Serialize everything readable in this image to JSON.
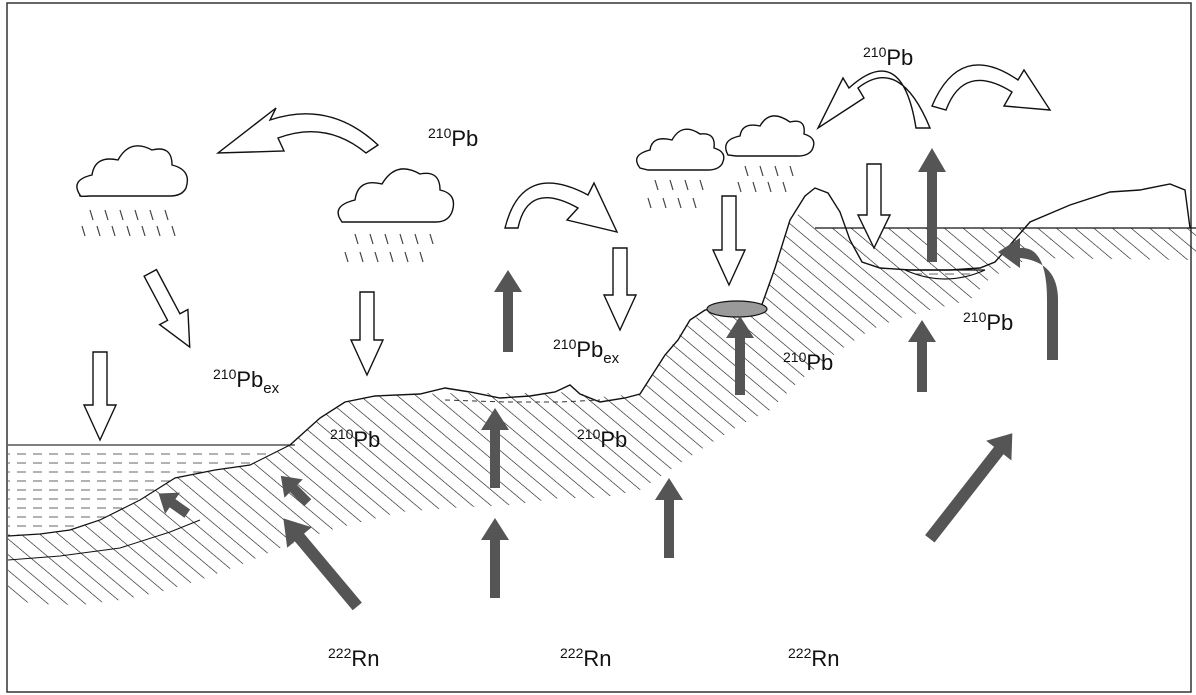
{
  "labels": {
    "pb210": {
      "mass": "210",
      "element": "Pb"
    },
    "pb210ex": {
      "mass": "210",
      "element": "Pb",
      "suffix": "ex"
    },
    "rn222": {
      "mass": "222",
      "element": "Rn"
    }
  },
  "colors": {
    "outline": "#111111",
    "radon_arrow": "#555555",
    "water_hatch": "#666666",
    "pond_fill": "#9a9a9a",
    "background": "#ffffff"
  },
  "icons": {
    "cloud": "cloud-icon",
    "rain": "rain-icon",
    "deposition_arrow": "hollow-arrow-icon",
    "transport_arrow": "curved-hollow-arrow-icon",
    "radon_flux_arrow": "solid-arrow-icon"
  }
}
